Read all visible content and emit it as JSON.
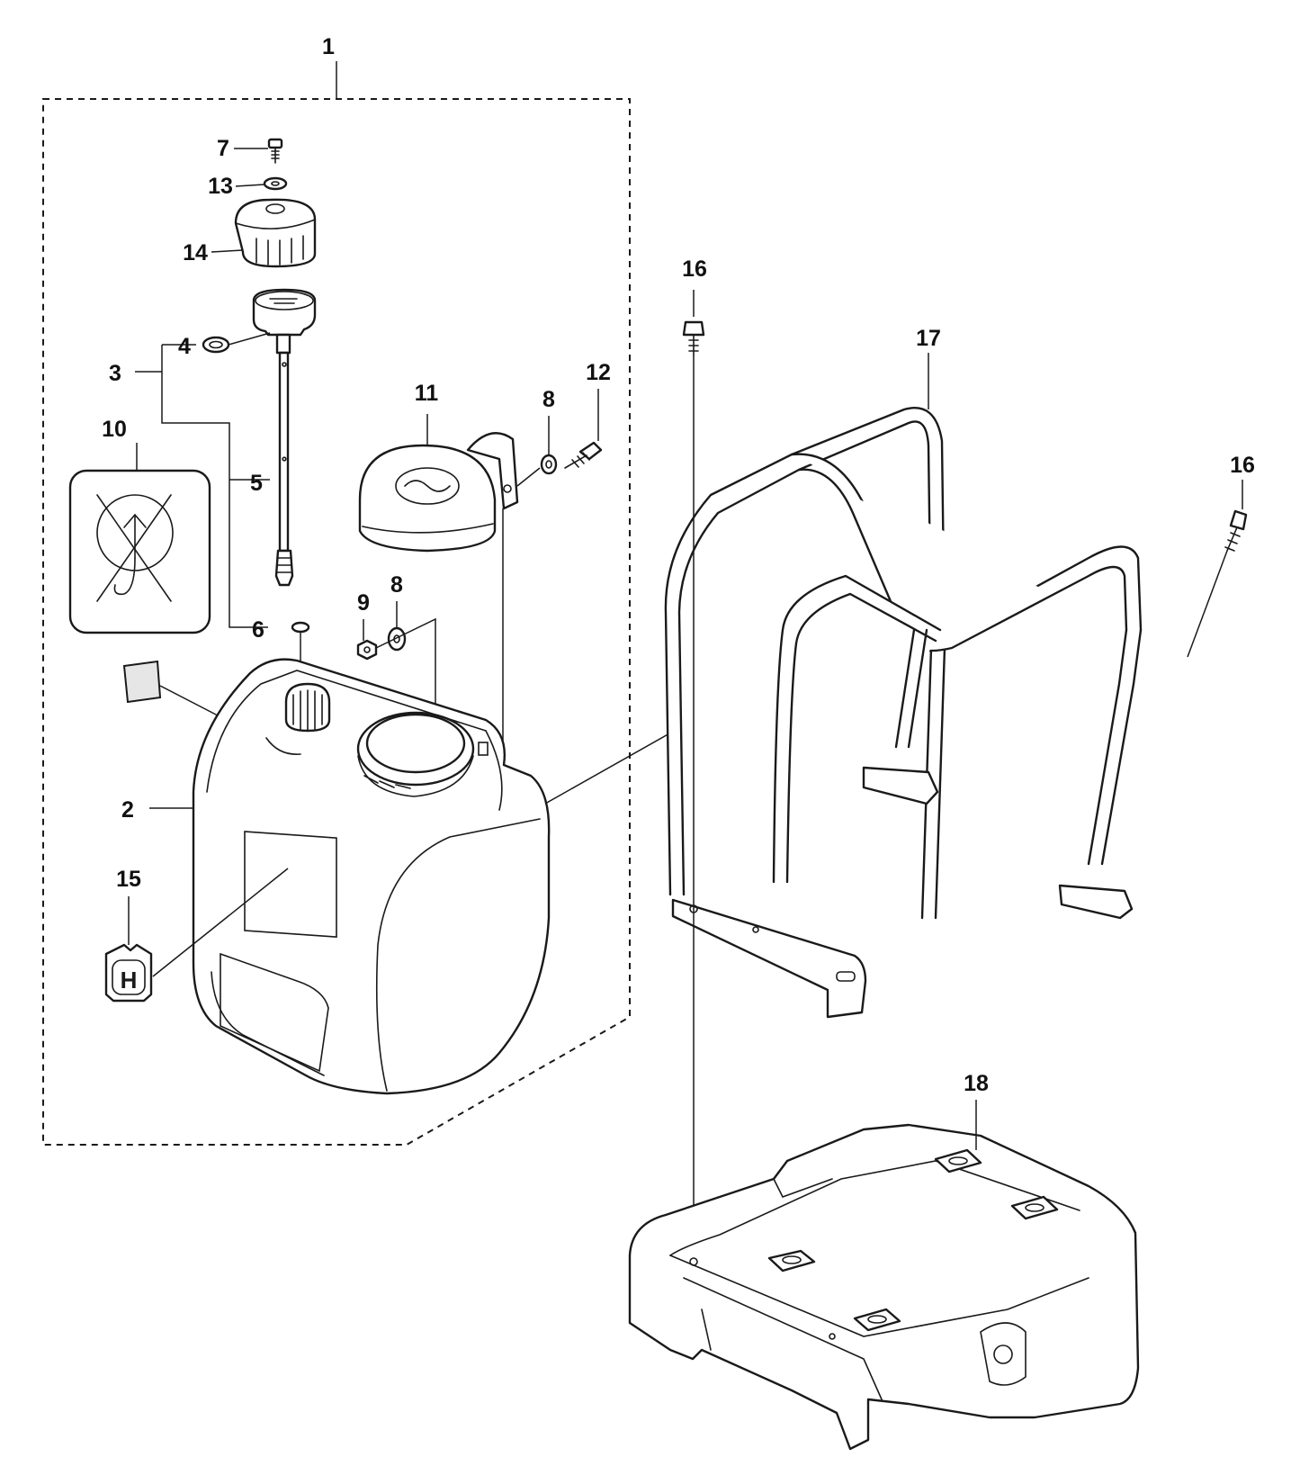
{
  "callouts": {
    "c1": "1",
    "c2": "2",
    "c3": "3",
    "c4": "4",
    "c5": "5",
    "c6": "6",
    "c7": "7",
    "c8a": "8",
    "c8b": "8",
    "c9": "9",
    "c10": "10",
    "c11": "11",
    "c12": "12",
    "c13": "13",
    "c14": "14",
    "c15": "15",
    "c16a": "16",
    "c16b": "16",
    "c17": "17",
    "c18": "18"
  },
  "logo_letter": "H"
}
